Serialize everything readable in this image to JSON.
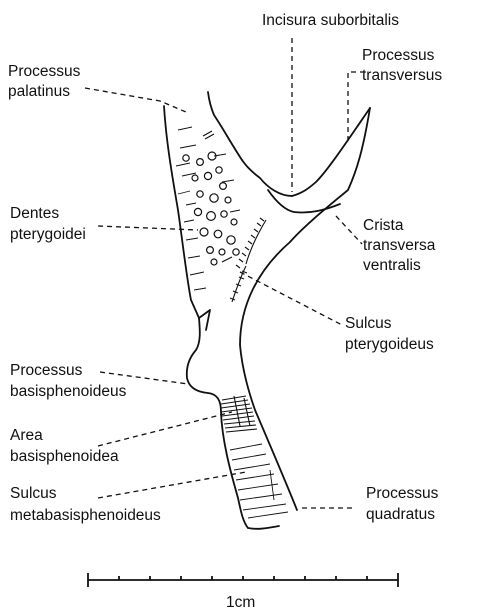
{
  "labels": {
    "processus_palatinus": [
      "Processus",
      "palatinus"
    ],
    "incisura_suborbitalis": "Incisura suborbitalis",
    "processus_transversus": [
      "Processus",
      "transversus"
    ],
    "dentes_pterygoidei": [
      "Dentes",
      "pterygoidei"
    ],
    "crista_transversa_ventralis": [
      "Crista",
      "transversa",
      "ventralis"
    ],
    "sulcus_pterygoideus": [
      "Sulcus",
      "pterygoideus"
    ],
    "processus_basisphenoideus": [
      "Processus",
      "basisphenoideus"
    ],
    "area_basisphenoidea": [
      "Area",
      "basisphenoidea"
    ],
    "sulcus_metabasisphenoideus": [
      "Sulcus",
      "metabasisphenoideus"
    ],
    "processus_quadratus": [
      "Processus",
      "quadratus"
    ]
  },
  "scale_bar": {
    "label": "1cm",
    "divisions": 10
  }
}
